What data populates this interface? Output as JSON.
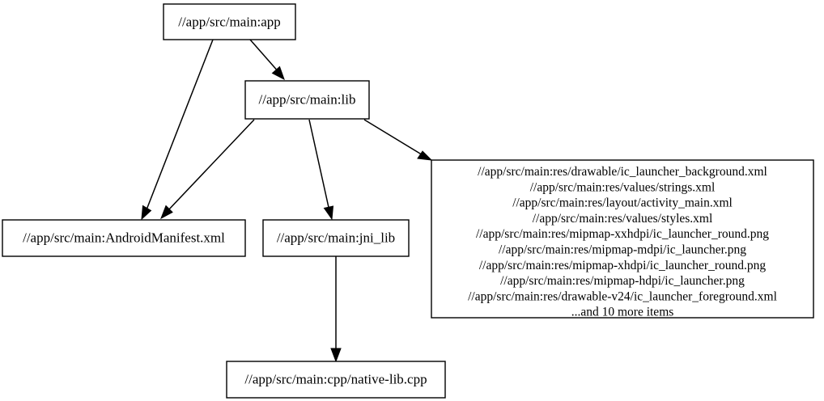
{
  "graph": {
    "type": "dependency-dag",
    "direction": "top-to-bottom",
    "background_color": "#ffffff",
    "line_color": "#000000",
    "node_fill": "#ffffff",
    "nodes": [
      {
        "id": "app",
        "label": "//app/src/main:app",
        "shape": "box"
      },
      {
        "id": "lib",
        "label": "//app/src/main:lib",
        "shape": "box"
      },
      {
        "id": "manifest",
        "label": "//app/src/main:AndroidManifest.xml",
        "shape": "box"
      },
      {
        "id": "jni_lib",
        "label": "//app/src/main:jni_lib",
        "shape": "box"
      },
      {
        "id": "native_lib",
        "label": "//app/src/main:cpp/native-lib.cpp",
        "shape": "box"
      },
      {
        "id": "resources",
        "shape": "box",
        "lines": [
          "//app/src/main:res/drawable/ic_launcher_background.xml",
          "//app/src/main:res/values/strings.xml",
          "//app/src/main:res/layout/activity_main.xml",
          "//app/src/main:res/values/styles.xml",
          "//app/src/main:res/mipmap-xxhdpi/ic_launcher_round.png",
          "//app/src/main:res/mipmap-mdpi/ic_launcher.png",
          "//app/src/main:res/mipmap-xhdpi/ic_launcher_round.png",
          "//app/src/main:res/mipmap-hdpi/ic_launcher.png",
          "//app/src/main:res/drawable-v24/ic_launcher_foreground.xml",
          "...and 10 more items"
        ],
        "overflow_note": "...and 10 more items",
        "overflow_count": 10
      }
    ],
    "edges": [
      {
        "from": "app",
        "to": "manifest",
        "arrow": "filled"
      },
      {
        "from": "app",
        "to": "lib",
        "arrow": "filled"
      },
      {
        "from": "lib",
        "to": "manifest",
        "arrow": "filled"
      },
      {
        "from": "lib",
        "to": "jni_lib",
        "arrow": "filled"
      },
      {
        "from": "lib",
        "to": "resources",
        "arrow": "filled"
      },
      {
        "from": "jni_lib",
        "to": "native_lib",
        "arrow": "filled"
      }
    ]
  }
}
